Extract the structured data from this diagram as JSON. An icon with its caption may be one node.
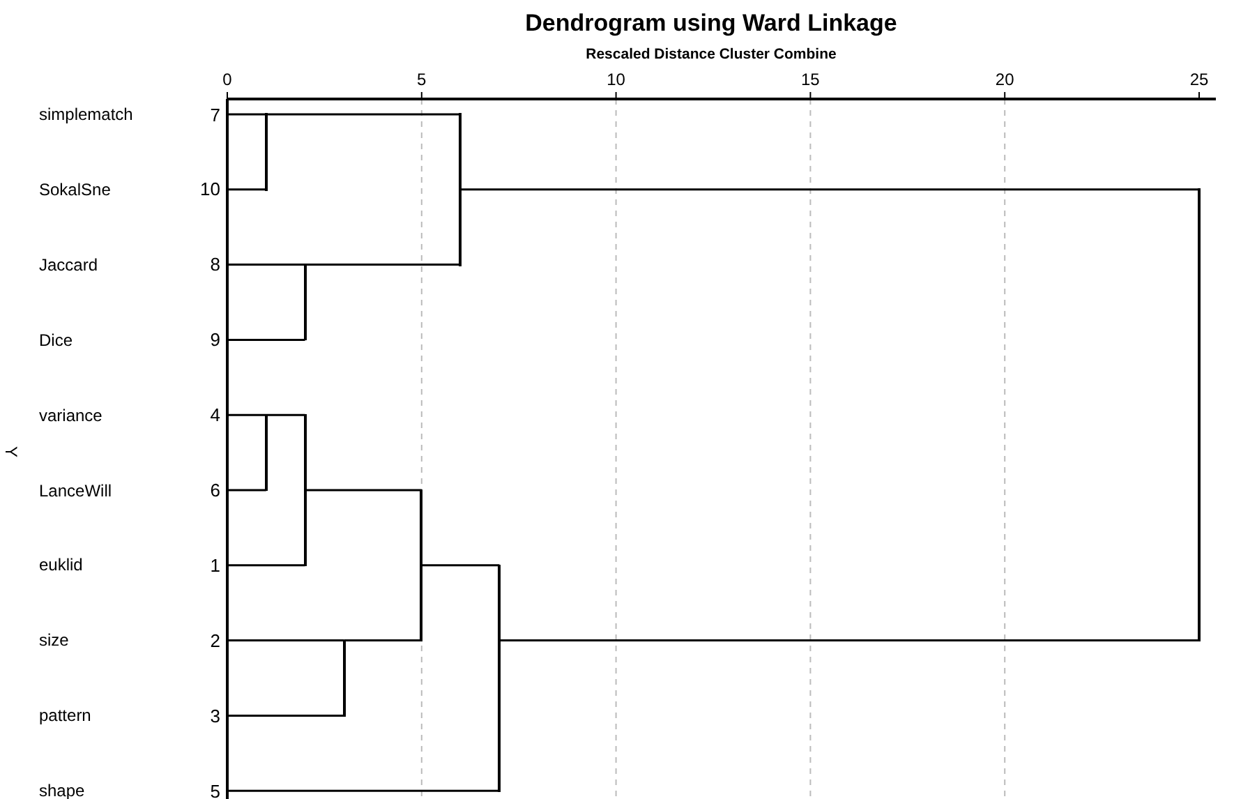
{
  "diagram": {
    "title": "Dendrogram using Ward Linkage",
    "nodes": [
      {
        "text": [
          "simplematch"
        ],
        "beside": [
          "7"
        ]
      },
      {
        "text": [
          "SokalSne"
        ],
        "beside": [
          "10"
        ]
      },
      {
        "text": [
          "Jaccard"
        ],
        "beside": [
          "8"
        ]
      },
      {
        "text": [
          "Dice"
        ],
        "beside": [
          "9"
        ]
      },
      {
        "text": [
          "variance"
        ],
        "beside": [
          "4"
        ]
      },
      {
        "text": [
          "LanceWill"
        ],
        "beside": [
          "6"
        ]
      },
      {
        "text": [
          "euklid"
        ],
        "beside": [
          "1"
        ]
      },
      {
        "text": [
          "size"
        ],
        "beside": [
          "2"
        ]
      },
      {
        "text": [
          "pattern"
        ],
        "beside": [
          "3"
        ]
      },
      {
        "text": [
          "shape"
        ],
        "beside": [
          "5"
        ]
      },
      {
        "text": [],
        "shape": "bar"
      },
      {
        "text": [],
        "shape": "bar"
      },
      {
        "text": [],
        "shape": "bar"
      },
      {
        "text": [],
        "shape": "bar"
      },
      {
        "text": [],
        "shape": "bar"
      },
      {
        "text": [],
        "shape": "bar"
      },
      {
        "text": [],
        "shape": "bar"
      },
      {
        "text": [],
        "shape": "bar"
      },
      {
        "text": [],
        "shape": "bar"
      }
    ],
    "edges": [
      {
        "from": 0,
        "to": 10,
        "arrow": "none"
      },
      {
        "from": 1,
        "to": 10,
        "arrow": "none"
      },
      {
        "from": 2,
        "to": 11,
        "arrow": "none"
      },
      {
        "from": 3,
        "to": 11,
        "arrow": "none"
      },
      {
        "from": 10,
        "to": 12,
        "arrow": "none"
      },
      {
        "from": 11,
        "to": 12,
        "arrow": "none"
      },
      {
        "from": 4,
        "to": 13,
        "arrow": "none"
      },
      {
        "from": 5,
        "to": 13,
        "arrow": "none"
      },
      {
        "from": 13,
        "to": 14,
        "arrow": "none"
      },
      {
        "from": 6,
        "to": 14,
        "arrow": "none"
      },
      {
        "from": 7,
        "to": 15,
        "arrow": "none"
      },
      {
        "from": 8,
        "to": 15,
        "arrow": "none"
      },
      {
        "from": 14,
        "to": 16,
        "arrow": "none"
      },
      {
        "from": 15,
        "to": 16,
        "arrow": "none"
      },
      {
        "from": 16,
        "to": 17,
        "arrow": "none"
      },
      {
        "from": 9,
        "to": 17,
        "arrow": "none"
      },
      {
        "from": 12,
        "to": 18,
        "arrow": "none"
      },
      {
        "from": 17,
        "to": 18,
        "arrow": "none"
      }
    ],
    "labels": [
      "Rescaled Distance Cluster Combine",
      "0",
      "5",
      "10",
      "15",
      "20",
      "25",
      "Y"
    ]
  }
}
